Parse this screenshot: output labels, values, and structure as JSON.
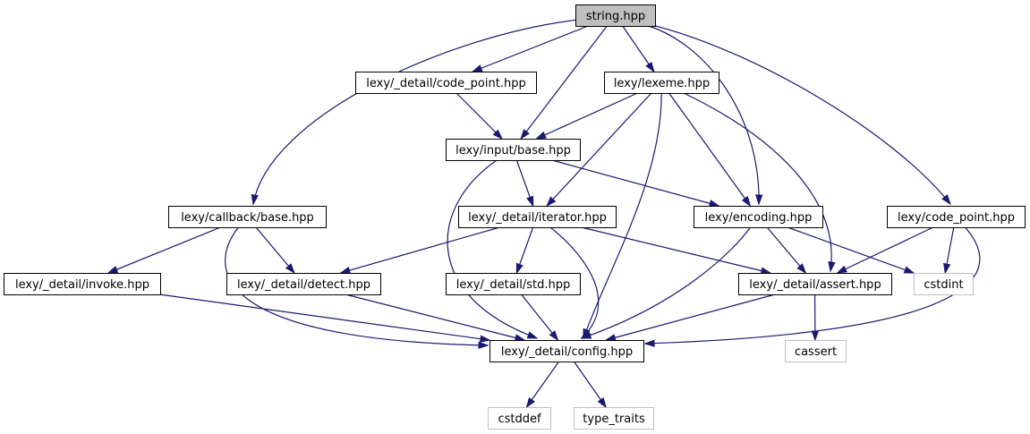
{
  "graph": {
    "nodes": [
      {
        "id": "string",
        "label": "string.hpp",
        "kind": "root"
      },
      {
        "id": "cp_detail",
        "label": "lexy/_detail/code_point.hpp",
        "kind": "file"
      },
      {
        "id": "lexeme",
        "label": "lexy/lexeme.hpp",
        "kind": "file"
      },
      {
        "id": "input_base",
        "label": "lexy/input/base.hpp",
        "kind": "file"
      },
      {
        "id": "callback_base",
        "label": "lexy/callback/base.hpp",
        "kind": "file"
      },
      {
        "id": "iterator",
        "label": "lexy/_detail/iterator.hpp",
        "kind": "file"
      },
      {
        "id": "encoding",
        "label": "lexy/encoding.hpp",
        "kind": "file"
      },
      {
        "id": "code_point",
        "label": "lexy/code_point.hpp",
        "kind": "file"
      },
      {
        "id": "invoke",
        "label": "lexy/_detail/invoke.hpp",
        "kind": "file"
      },
      {
        "id": "detect",
        "label": "lexy/_detail/detect.hpp",
        "kind": "file"
      },
      {
        "id": "std",
        "label": "lexy/_detail/std.hpp",
        "kind": "file"
      },
      {
        "id": "assert",
        "label": "lexy/_detail/assert.hpp",
        "kind": "file"
      },
      {
        "id": "cstdint",
        "label": "cstdint",
        "kind": "external"
      },
      {
        "id": "config",
        "label": "lexy/_detail/config.hpp",
        "kind": "file"
      },
      {
        "id": "cassert",
        "label": "cassert",
        "kind": "external"
      },
      {
        "id": "cstddef",
        "label": "cstddef",
        "kind": "external"
      },
      {
        "id": "type_traits",
        "label": "type_traits",
        "kind": "external"
      }
    ],
    "edges": [
      {
        "from": "string",
        "to": "cp_detail"
      },
      {
        "from": "string",
        "to": "lexeme"
      },
      {
        "from": "string",
        "to": "input_base"
      },
      {
        "from": "string",
        "to": "callback_base"
      },
      {
        "from": "string",
        "to": "encoding"
      },
      {
        "from": "string",
        "to": "code_point"
      },
      {
        "from": "cp_detail",
        "to": "input_base"
      },
      {
        "from": "lexeme",
        "to": "input_base"
      },
      {
        "from": "lexeme",
        "to": "iterator"
      },
      {
        "from": "lexeme",
        "to": "encoding"
      },
      {
        "from": "lexeme",
        "to": "assert"
      },
      {
        "from": "lexeme",
        "to": "config"
      },
      {
        "from": "input_base",
        "to": "iterator"
      },
      {
        "from": "input_base",
        "to": "encoding"
      },
      {
        "from": "input_base",
        "to": "config"
      },
      {
        "from": "callback_base",
        "to": "invoke"
      },
      {
        "from": "callback_base",
        "to": "detect"
      },
      {
        "from": "callback_base",
        "to": "config"
      },
      {
        "from": "iterator",
        "to": "detect"
      },
      {
        "from": "iterator",
        "to": "std"
      },
      {
        "from": "iterator",
        "to": "assert"
      },
      {
        "from": "iterator",
        "to": "config"
      },
      {
        "from": "encoding",
        "to": "assert"
      },
      {
        "from": "encoding",
        "to": "cstdint"
      },
      {
        "from": "encoding",
        "to": "config"
      },
      {
        "from": "code_point",
        "to": "assert"
      },
      {
        "from": "code_point",
        "to": "cstdint"
      },
      {
        "from": "code_point",
        "to": "config"
      },
      {
        "from": "invoke",
        "to": "config"
      },
      {
        "from": "detect",
        "to": "config"
      },
      {
        "from": "std",
        "to": "config"
      },
      {
        "from": "assert",
        "to": "config"
      },
      {
        "from": "assert",
        "to": "cassert"
      },
      {
        "from": "config",
        "to": "cstddef"
      },
      {
        "from": "config",
        "to": "type_traits"
      }
    ]
  }
}
